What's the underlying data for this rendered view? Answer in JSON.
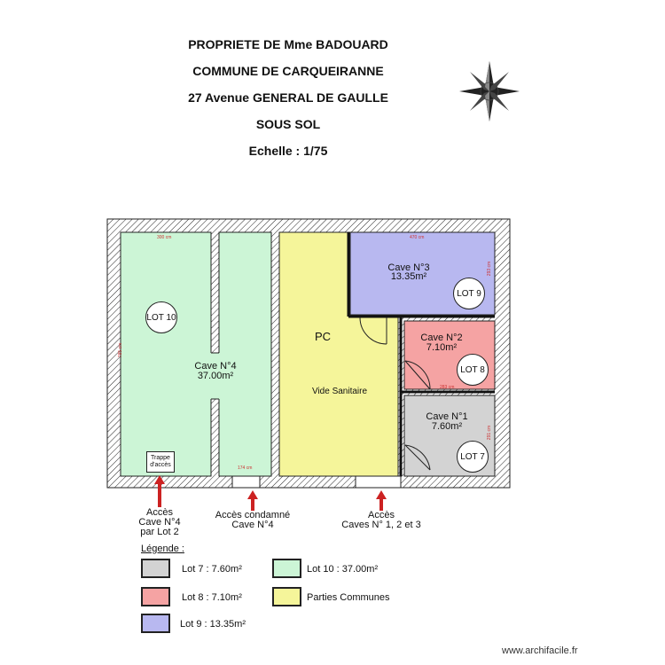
{
  "header": {
    "line1": "PROPRIETE DE Mme BADOUARD",
    "line2": "COMMUNE DE CARQUEIRANNE",
    "line3": "27 Avenue  GENERAL DE GAULLE",
    "line4": "SOUS SOL",
    "line5": "Echelle : 1/75"
  },
  "compass": {
    "icon": "compass-rose-icon"
  },
  "rooms": {
    "cave4": {
      "name": "Cave N°4",
      "area": "37.00m²",
      "lot": "LOT 10"
    },
    "cave3": {
      "name": "Cave N°3",
      "area": "13.35m²",
      "lot": "LOT 9"
    },
    "cave2": {
      "name": "Cave N°2",
      "area": "7.10m²",
      "lot": "LOT 8"
    },
    "cave1": {
      "name": "Cave N°1",
      "area": "7.60m²",
      "lot": "LOT 7"
    },
    "pc": {
      "code": "PC",
      "name": "Vide Sanitaire"
    }
  },
  "trappe": "Trappe d'accès",
  "dimensions": {
    "d300": "300 cm",
    "d470": "470 cm",
    "d785": "785 cm",
    "d174": "174 cm",
    "d283": "283 cm",
    "d293": "293 cm",
    "d291": "291 cm"
  },
  "access": {
    "a1": {
      "line1": "Accès",
      "line2": "Cave N°4",
      "line3": "par Lot 2"
    },
    "a2": {
      "line1": "Accès condamné",
      "line2": "Cave N°4"
    },
    "a3": {
      "line1": "Accès",
      "line2": "Caves N° 1, 2 et 3"
    }
  },
  "legend": {
    "title": "Légende :",
    "items": [
      {
        "label": "Lot 7 : 7.60m²",
        "color": "#d3d3d3"
      },
      {
        "label": "Lot 10 : 37.00m²",
        "color": "#ccf5d6"
      },
      {
        "label": "Lot 8 : 7.10m²",
        "color": "#f5a3a3"
      },
      {
        "label": "Parties Communes",
        "color": "#f5f59a"
      },
      {
        "label": "Lot 9 : 13.35m²",
        "color": "#b8b8f0"
      }
    ]
  },
  "colors": {
    "green": "#ccf5d6",
    "yellow": "#f5f59a",
    "blue": "#b8b8f0",
    "red": "#f5a3a3",
    "gray": "#d3d3d3",
    "arrow": "#cc2222"
  },
  "watermark": "www.archifacile.fr"
}
